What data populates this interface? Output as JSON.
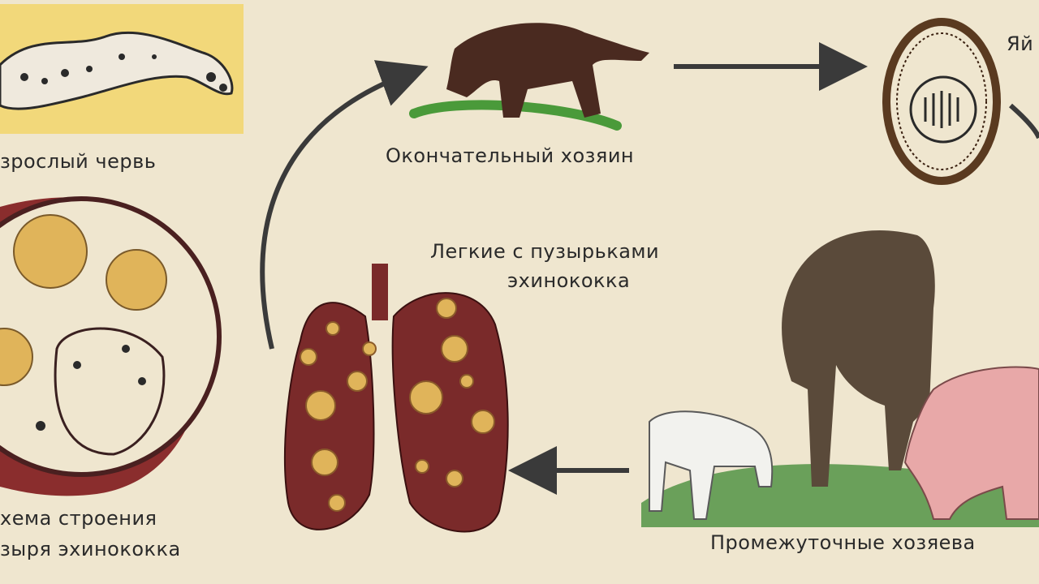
{
  "labels": {
    "adult_worm": "зрослый червь",
    "final_host": "Окончательный хозяин",
    "egg": "Яй",
    "lungs_line1": "Легкие с пузырьками",
    "lungs_line2": "эхинококка",
    "scheme_line1": "хема строения",
    "scheme_line2": "зыря эхинококка",
    "intermediate_hosts": "Промежуточные хозяева"
  },
  "colors": {
    "background": "#efe6cf",
    "arrow": "#3a3a3a",
    "lung": "#7a2a2a",
    "cyst": "#e0b45a",
    "panel": "#f2d87a"
  }
}
